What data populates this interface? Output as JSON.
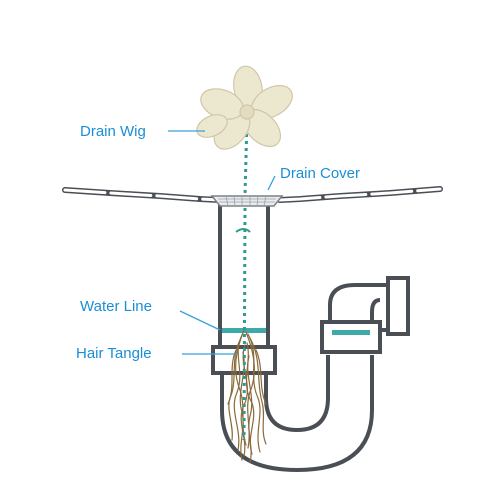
{
  "labels": {
    "drain_wig": "Drain Wig",
    "drain_cover": "Drain Cover",
    "water_line": "Water Line",
    "hair_tangle": "Hair Tangle"
  },
  "colors": {
    "label_text": "#1a8fd6",
    "leader_line": "#3aa0de",
    "pipe_stroke": "#4a4f55",
    "pipe_fill": "#ffffff",
    "flower_fill": "#ece7cf",
    "flower_stroke": "#cfc7a8",
    "chain": "#2f9a8f",
    "water": "#3fa9a8",
    "hair": "#8a6a3a",
    "cover_mesh": "#9aa0a6"
  }
}
